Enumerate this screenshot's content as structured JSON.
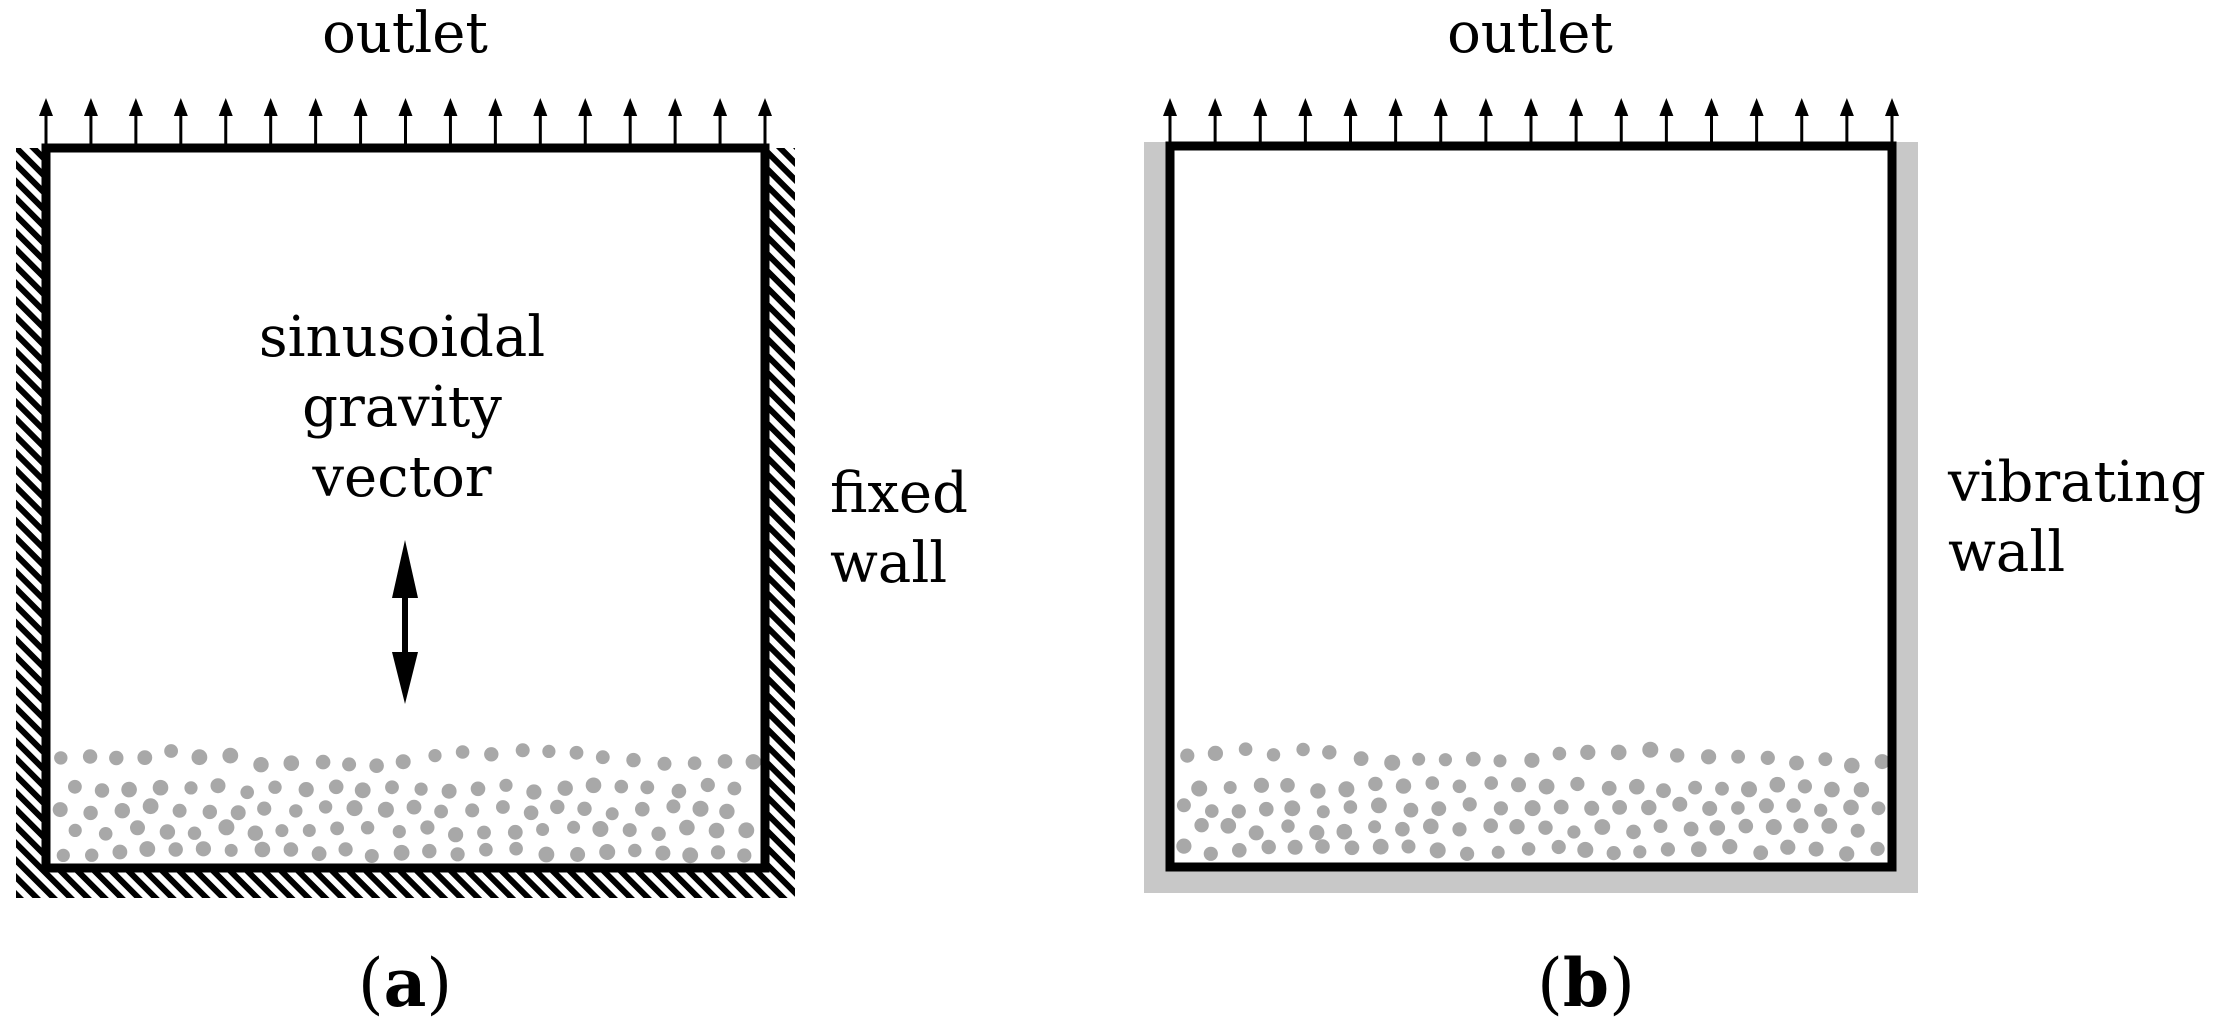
{
  "panel_a": {
    "outlet_label": "outlet",
    "center_label": [
      "sinusoidal",
      "gravity",
      "vector"
    ],
    "side_label": [
      "fixed",
      "wall"
    ],
    "caption_open": "(",
    "caption_letter": "a",
    "caption_close": ")"
  },
  "panel_b": {
    "outlet_label": "outlet",
    "side_label": [
      "vibrating",
      "wall"
    ],
    "caption_open": "(",
    "caption_letter": "b",
    "caption_close": ")"
  },
  "colors": {
    "wall_stroke": "#000000",
    "vibrating_wall_fill": "#c8c8c8",
    "particle": "#a8a8a8"
  },
  "icons": {
    "outlet_arrow": "up-arrow-icon",
    "gravity_arrow": "double-headed-vertical-arrow-icon",
    "fixed_wall": "hatched-wall-pattern",
    "particles": "granular-bed"
  }
}
